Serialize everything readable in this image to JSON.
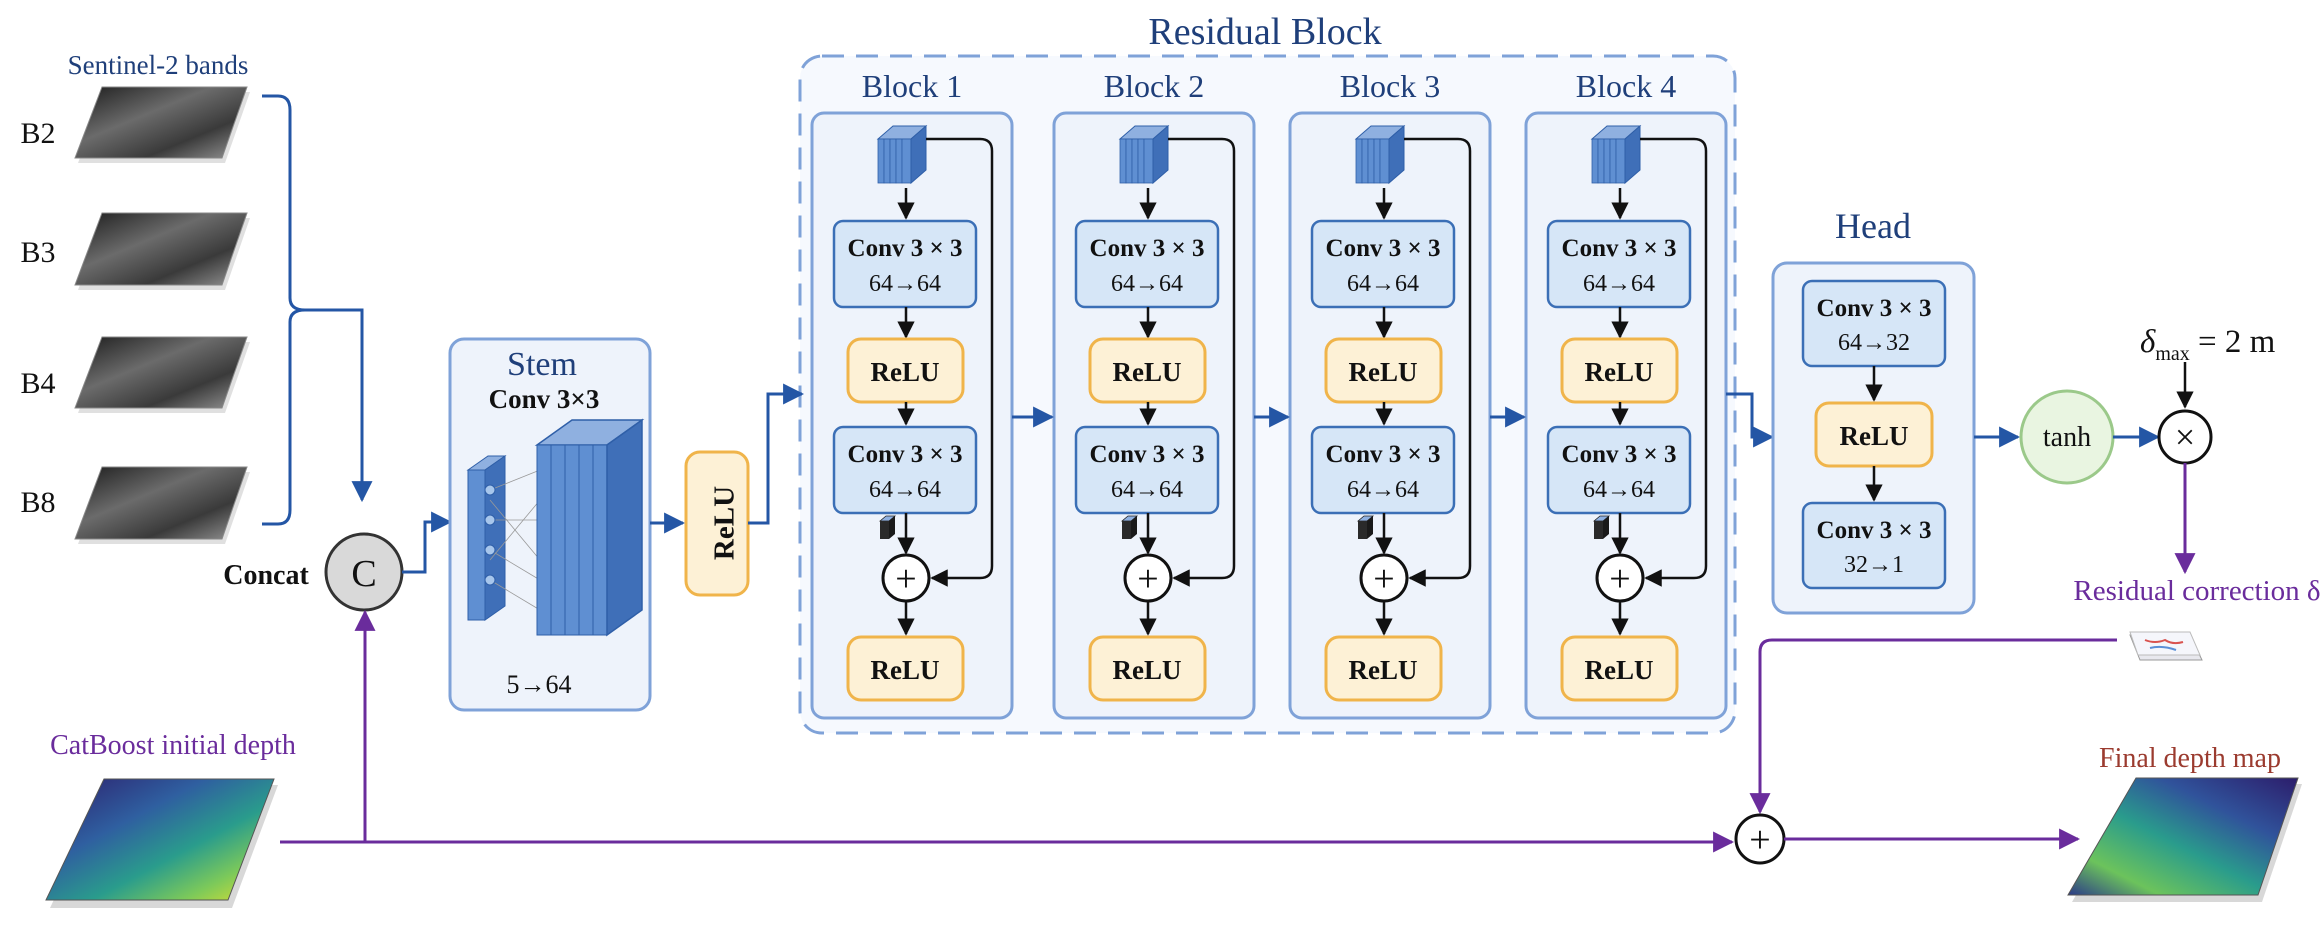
{
  "title": "Residual Block",
  "inputs": {
    "label": "Sentinel-2 bands",
    "bands": [
      "B2",
      "B3",
      "B4",
      "B8"
    ]
  },
  "concat": {
    "label": "Concat",
    "symbol": "C"
  },
  "stem": {
    "title": "Stem",
    "subtitle": "Conv 3×3",
    "channels": "5→64"
  },
  "relu_label": "ReLU",
  "blocks": [
    {
      "name": "Block 1",
      "conv_label": "Conv 3 × 3",
      "conv_channels": "64→64"
    },
    {
      "name": "Block 2",
      "conv_label": "Conv 3 × 3",
      "conv_channels": "64→64"
    },
    {
      "name": "Block 3",
      "conv_label": "Conv 3 × 3",
      "conv_channels": "64→64"
    },
    {
      "name": "Block 4",
      "conv_label": "Conv 3 × 3",
      "conv_channels": "64→64"
    }
  ],
  "head": {
    "title": "Head",
    "conv1_label": "Conv 3 × 3",
    "conv1_channels": "64→32",
    "conv2_label": "Conv 3 × 3",
    "conv2_channels": "32→1"
  },
  "tanh_label": "tanh",
  "delta_max": {
    "symbol": "δ",
    "subscript": "max",
    "value": " = 2 m"
  },
  "multiply_symbol": "×",
  "add_symbol": "+",
  "residual_correction": "Residual correction δ",
  "catboost_label": "CatBoost initial depth",
  "final_label": "Final depth map",
  "colors": {
    "blue_arrow": "#2456a5",
    "purple_arrow": "#6a2c9c",
    "conv_fill": "#d6e6f7",
    "conv_stroke": "#3b6fb6",
    "relu_fill": "#fdf1d6",
    "relu_stroke": "#f0b44a",
    "panel_fill": "#eef3fb",
    "panel_stroke": "#7fa2d8",
    "tanh_fill": "#e9f5e1"
  }
}
